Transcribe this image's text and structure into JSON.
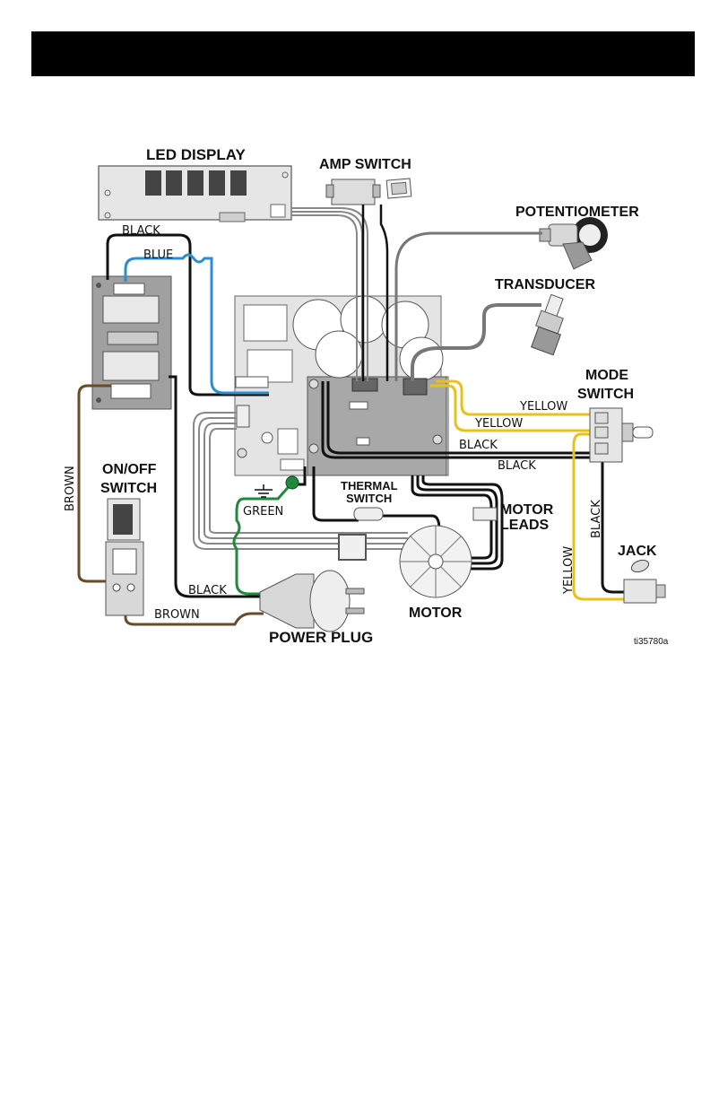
{
  "header": {
    "title": ""
  },
  "components": {
    "led_display": "LED DISPLAY",
    "amp_switch": "AMP SWITCH",
    "potentiometer": "POTENTIOMETER",
    "transducer": "TRANSDUCER",
    "mode_switch_1": "MODE",
    "mode_switch_2": "SWITCH",
    "on_off_switch_1": "ON/OFF",
    "on_off_switch_2": "SWITCH",
    "thermal_switch_1": "THERMAL",
    "thermal_switch_2": "SWITCH",
    "motor_leads_1": "MOTOR",
    "motor_leads_2": "LEADS",
    "motor": "MOTOR",
    "jack": "JACK",
    "power_plug": "POWER PLUG"
  },
  "wires": {
    "black_top": "BLACK",
    "blue": "BLUE",
    "brown_left": "BROWN",
    "green": "GREEN",
    "black_plug": "BLACK",
    "brown_plug": "BROWN",
    "yellow_1": "YELLOW",
    "yellow_2": "YELLOW",
    "black_mode_1": "BLACK",
    "black_mode_2": "BLACK",
    "black_jack": "BLACK",
    "yellow_jack": "YELLOW"
  },
  "figure_id": "ti35780a",
  "colors": {
    "black_wire": "#111111",
    "blue_wire": "#2a8fd0",
    "brown_wire": "#6b4a26",
    "green_wire": "#1f8a3c",
    "yellow_wire": "#e8c21a",
    "board": "#a8a8a8",
    "board_light": "#e0e0e0"
  }
}
